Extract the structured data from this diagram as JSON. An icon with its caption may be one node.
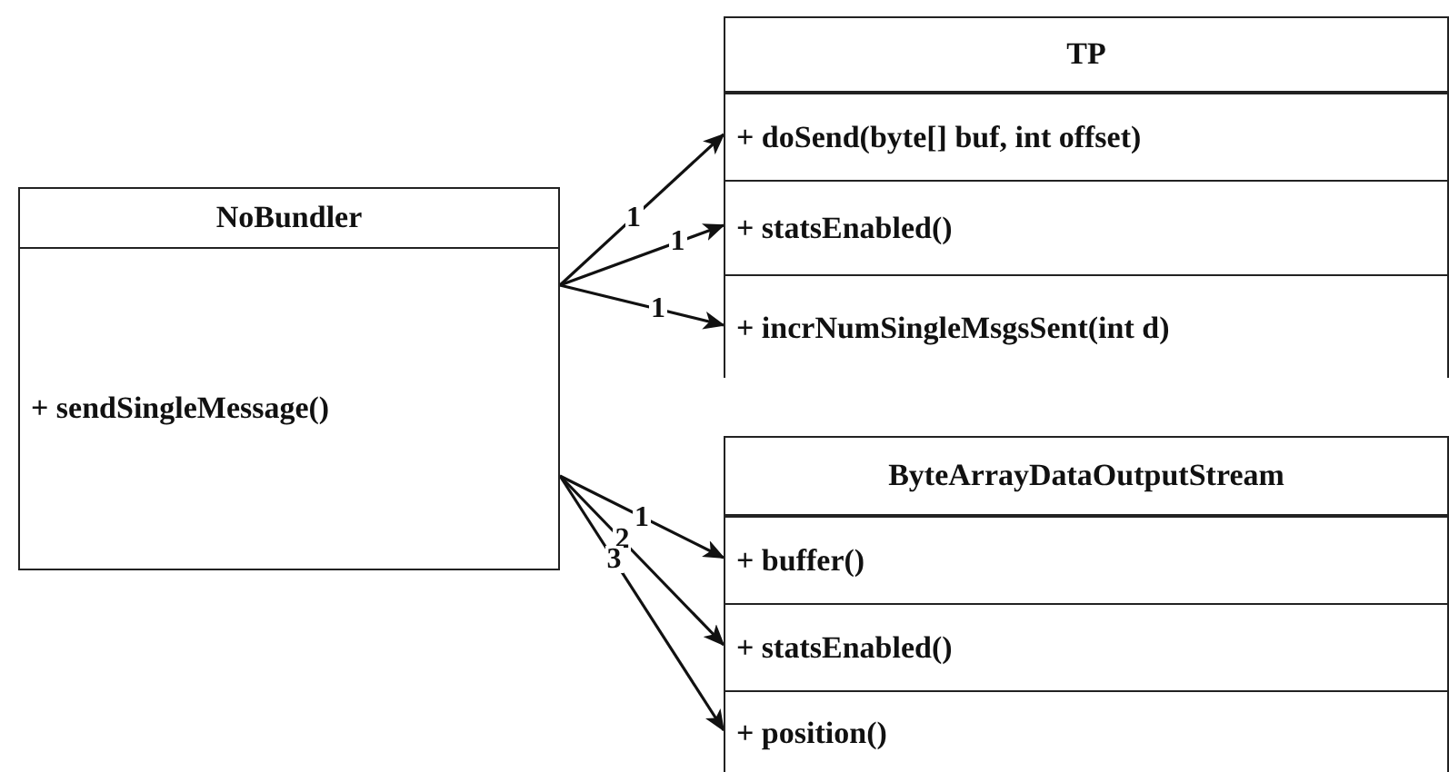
{
  "diagram": {
    "nodes": [
      {
        "text": [
          "NoBundler",
          "+ sendSingleMessage()"
        ]
      },
      {
        "text": [
          "TP"
        ]
      },
      {
        "text": [
          "+ doSend(byte[] buf, int offset)"
        ],
        "in": 1
      },
      {
        "text": [
          "+ statsEnabled()"
        ],
        "in": 1
      },
      {
        "text": [
          "+ incrNumSingleMsgsSent(int d)"
        ],
        "in": 1
      },
      {
        "text": [
          "ByteArrayDataOutputStream"
        ]
      },
      {
        "text": [
          "+ buffer()"
        ],
        "in": 5
      },
      {
        "text": [
          "+ statsEnabled()"
        ],
        "in": 5
      },
      {
        "text": [
          "+ position()"
        ],
        "in": 5
      }
    ],
    "edges": [
      {
        "from": 0,
        "to": 2,
        "arrow": "to",
        "label": "1"
      },
      {
        "from": 0,
        "to": 3,
        "arrow": "to",
        "label": "1"
      },
      {
        "from": 0,
        "to": 4,
        "arrow": "to",
        "label": "1"
      },
      {
        "from": 0,
        "to": 6,
        "arrow": "to",
        "label": "1"
      },
      {
        "from": 0,
        "to": 7,
        "arrow": "to",
        "label": "2"
      },
      {
        "from": 0,
        "to": 8,
        "arrow": "to",
        "label": "3"
      }
    ]
  }
}
